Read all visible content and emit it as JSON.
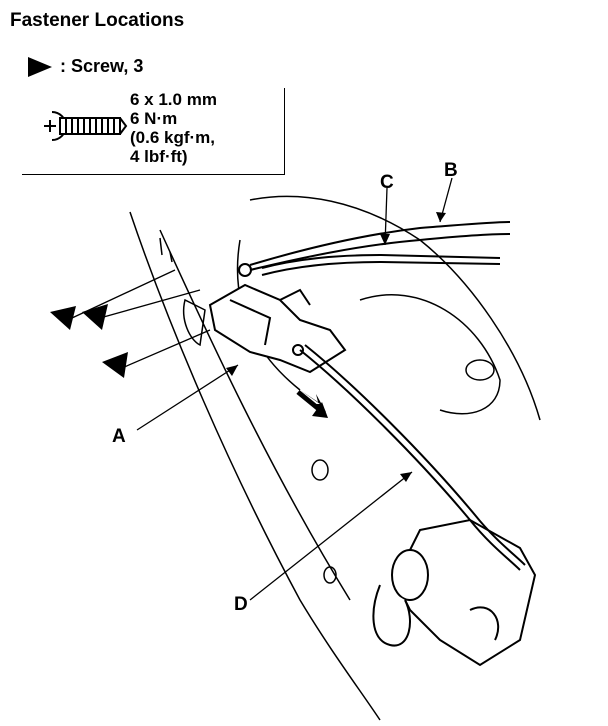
{
  "title": "Fastener Locations",
  "legend": {
    "screw_label": ": Screw, 3"
  },
  "screw_spec": {
    "size": "6 x 1.0 mm",
    "torque_nm": "6 N·m",
    "torque_kgf": "(0.6 kgf·m,",
    "torque_lbf": "4 lbf·ft)"
  },
  "callouts": {
    "a": "A",
    "b": "B",
    "c": "C",
    "d": "D"
  }
}
